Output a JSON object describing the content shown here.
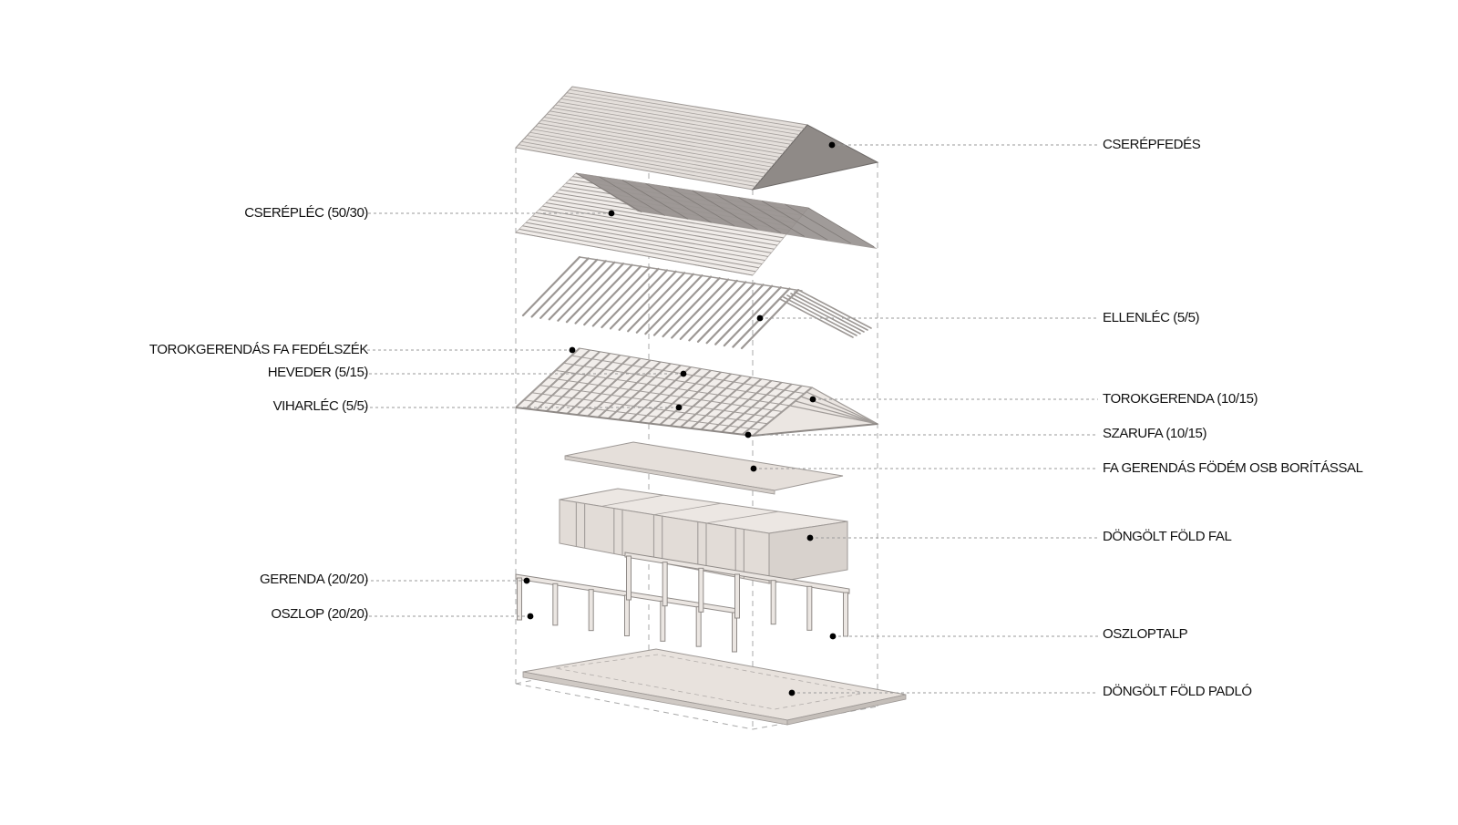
{
  "diagram": {
    "labels": {
      "cserepfedes": "CSERÉPFEDÉS",
      "cserepleс": "CSERÉPLÉC (50/30)",
      "ellenlec": "ELLENLÉC (5/5)",
      "torokgerendas": "TOROKGERENDÁS FA FEDÉLSZÉK",
      "heveder": "HEVEDER (5/15)",
      "viharlec": "VIHARLÉC (5/5)",
      "torokgerenda": "TOROKGERENDA (10/15)",
      "szarufa": "SZARUFA (10/15)",
      "fodem": "FA GERENDÁS FÖDÉM OSB BORÍTÁSSAL",
      "fal": "DÖNGÖLT FÖLD FAL",
      "gerenda": "GERENDA (20/20)",
      "oszlop": "OSZLOP (20/20)",
      "oszloptalp": "OSZLOPTALP",
      "padlo": "DÖNGÖLT FÖLD PADLÓ"
    },
    "colors": {
      "roof_light": "#e4dfdb",
      "roof_dark": "#8f8a87",
      "wood": "#ebe6e2",
      "wood_edge": "#9d9895",
      "wall_face": "#e5dfda",
      "leader": "#9a9a9a",
      "dot": "#000000",
      "text": "#111111"
    }
  }
}
